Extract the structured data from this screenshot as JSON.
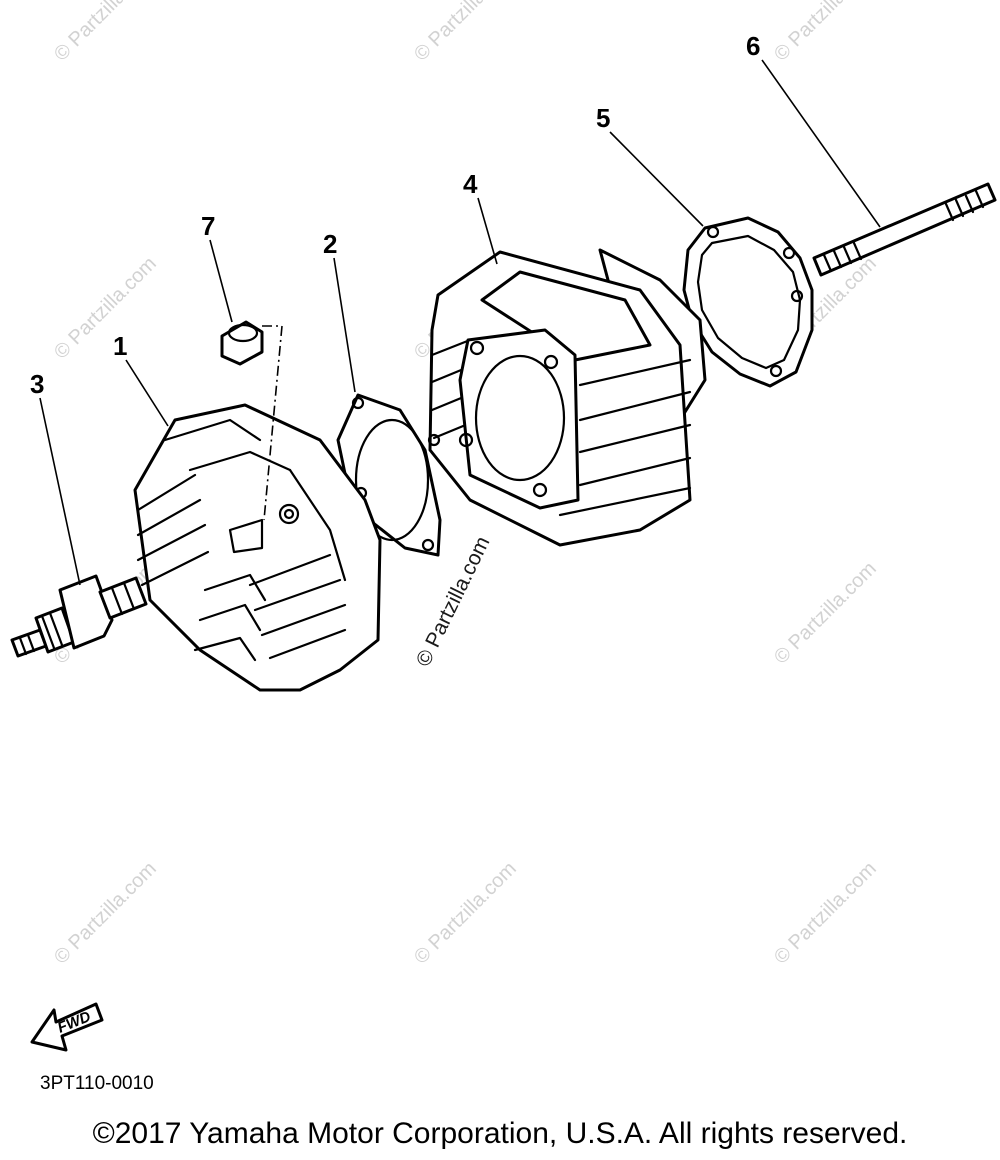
{
  "diagram": {
    "callouts": [
      {
        "id": "1",
        "label": "1"
      },
      {
        "id": "2",
        "label": "2"
      },
      {
        "id": "3",
        "label": "3"
      },
      {
        "id": "4",
        "label": "4"
      },
      {
        "id": "5",
        "label": "5"
      },
      {
        "id": "6",
        "label": "6"
      },
      {
        "id": "7",
        "label": "7"
      }
    ],
    "watermark": "© Partzilla.com",
    "fwd_label": "FWD",
    "code": "3PT110-0010",
    "copyright": "©2017 Yamaha Motor Corporation, U.S.A. All rights reserved."
  }
}
